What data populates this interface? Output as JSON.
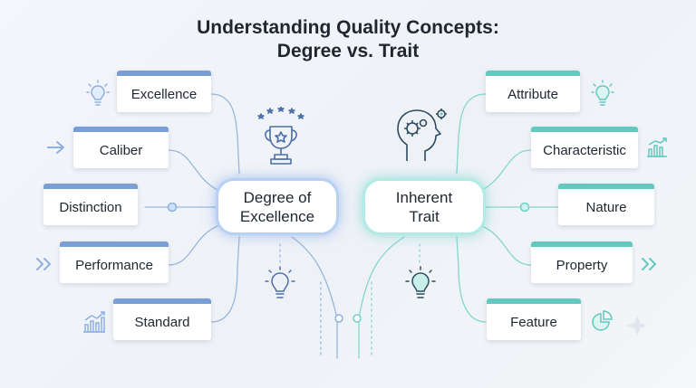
{
  "title": {
    "line1": "Understanding Quality Concepts:",
    "line2": "Degree vs. Trait"
  },
  "left_hub": {
    "line1": "Degree of",
    "line2": "Excellence",
    "icon": "trophy-stars-icon"
  },
  "right_hub": {
    "line1": "Inherent",
    "line2": "Trait",
    "icon": "head-gears-icon"
  },
  "left_items": [
    {
      "label": "Excellence",
      "icon": "lightbulb-icon"
    },
    {
      "label": "Caliber",
      "icon": "arrow-right-icon"
    },
    {
      "label": "Distinction",
      "icon": "node-dot-icon"
    },
    {
      "label": "Performance",
      "icon": "double-chevron-right-icon"
    },
    {
      "label": "Standard",
      "icon": "bar-chart-icon"
    }
  ],
  "right_items": [
    {
      "label": "Attribute",
      "icon": "lightbulb-icon"
    },
    {
      "label": "Characteristic",
      "icon": "bar-chart-icon"
    },
    {
      "label": "Nature",
      "icon": "node-dot-icon"
    },
    {
      "label": "Property",
      "icon": "double-chevron-right-icon"
    },
    {
      "label": "Feature",
      "icon": "pie-chart-icon"
    }
  ],
  "colors": {
    "blue_accent": "#7a9fd6",
    "teal_accent": "#62c8c0",
    "text": "#1f2630"
  }
}
